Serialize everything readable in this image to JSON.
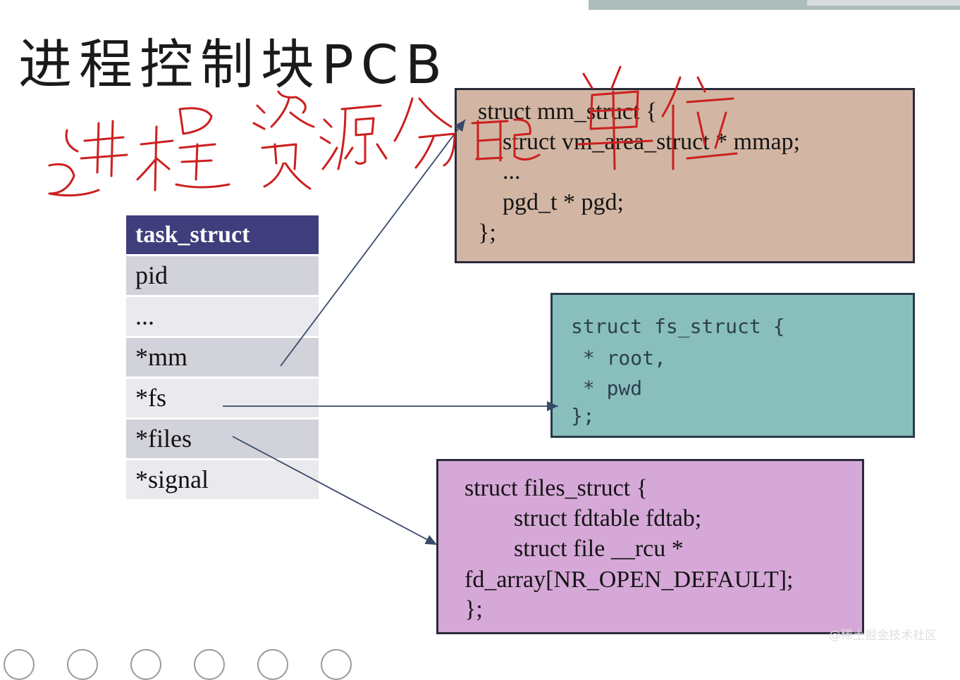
{
  "slide": {
    "title": "进程控制块PCB",
    "handwritten_note": "进程资源分配单位"
  },
  "task_struct": {
    "header": "task_struct",
    "fields": [
      "pid",
      "...",
      "*mm",
      "*fs",
      "*files",
      "*signal"
    ]
  },
  "mm_struct": {
    "lines": [
      "struct mm_struct {",
      "struct vm_area_struct * mmap;",
      "...",
      "pgd_t * pgd;",
      "};"
    ]
  },
  "fs_struct": {
    "lines": [
      "struct fs_struct {",
      " * root,",
      " * pwd",
      "};"
    ]
  },
  "files_struct": {
    "lines": [
      "struct files_struct {",
      "struct fdtable fdtab;",
      "struct file __rcu *",
      "fd_array[NR_OPEN_DEFAULT];",
      "};"
    ]
  },
  "watermark": "@稀土掘金技术社区",
  "colors": {
    "header_bg": "#3f3d7c",
    "mm_box": "#d2b6a3",
    "fs_box": "#88bfbd",
    "files_box": "#d6a8d8",
    "ink_red": "#cc1f1f",
    "arrow": "#3a4a6a"
  }
}
